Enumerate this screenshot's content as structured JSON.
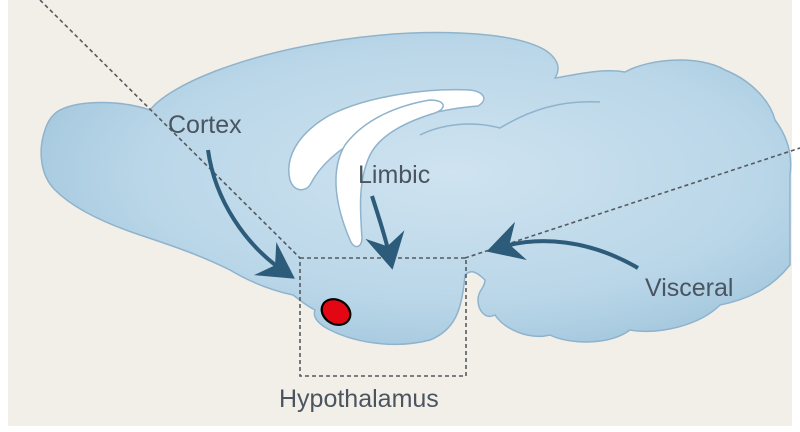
{
  "labels": {
    "cortex": "Cortex",
    "limbic": "Limbic",
    "visceral": "Visceral",
    "hypothalamus": "Hypothalamus"
  },
  "colors": {
    "background": "#f2efe9",
    "brain_fill": "#b9d6e8",
    "brain_fill_light": "#cfe3f0",
    "brain_fill_dark": "#98bfd8",
    "brain_outline": "#8fb3cc",
    "arrow": "#2d5c7a",
    "dashed_line": "#555a60",
    "marker_fill": "#e30613",
    "marker_stroke": "#000000",
    "label_text": "#4a5560"
  },
  "icons": {
    "marker": "red-ellipse-marker"
  }
}
